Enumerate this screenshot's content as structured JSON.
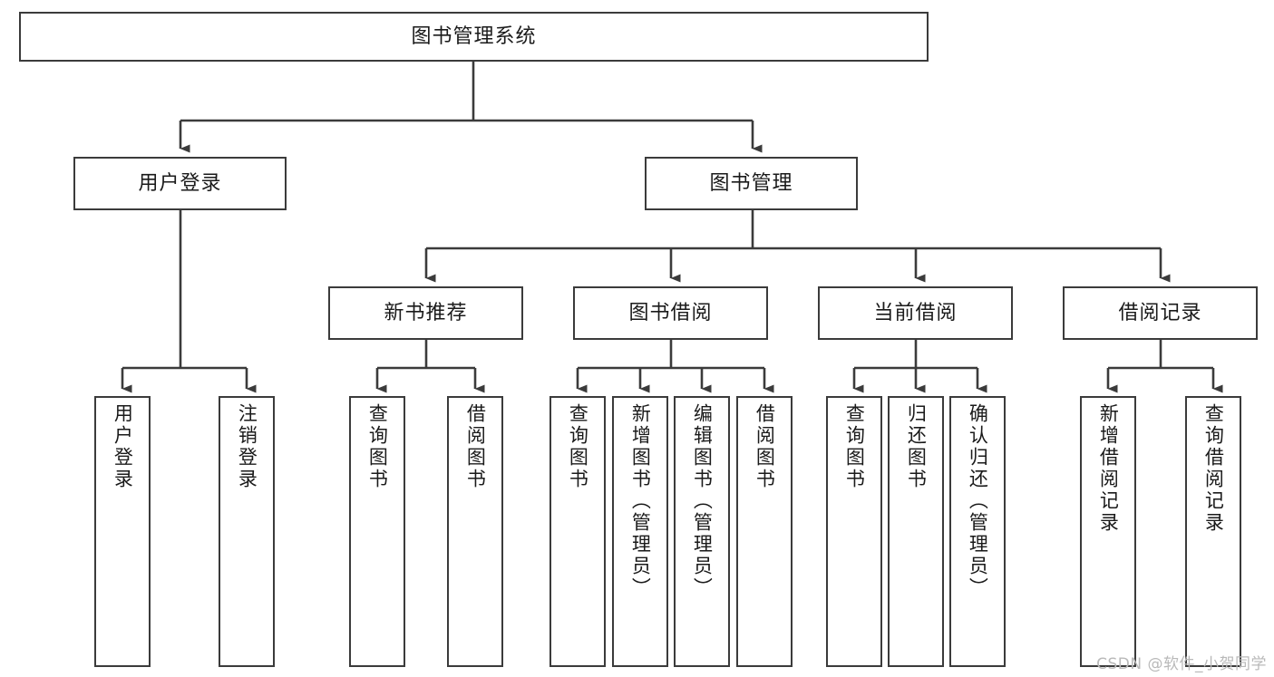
{
  "diagram": {
    "title": "图书管理系统",
    "type": "tree",
    "watermark": "CSDN @软件_小贺同学",
    "colors": {
      "box_border": "#3b3b3b",
      "box_fill": "#ffffff",
      "connector": "#3b3b3b",
      "text": "#1a1a1a",
      "watermark": "#b9b9b9"
    },
    "nodes": {
      "root": {
        "label": "图书管理系统",
        "level": 1,
        "orientation": "horizontal"
      },
      "l2": [
        {
          "id": "user_login",
          "label": "用户登录",
          "level": 2,
          "orientation": "horizontal"
        },
        {
          "id": "book_manage",
          "label": "图书管理",
          "level": 2,
          "orientation": "horizontal"
        }
      ],
      "l3": [
        {
          "id": "new_book_rec",
          "label": "新书推荐",
          "level": 3,
          "orientation": "horizontal",
          "parent": "book_manage"
        },
        {
          "id": "book_borrow",
          "label": "图书借阅",
          "level": 3,
          "orientation": "horizontal",
          "parent": "book_manage"
        },
        {
          "id": "current_borrow",
          "label": "当前借阅",
          "level": 3,
          "orientation": "horizontal",
          "parent": "book_manage"
        },
        {
          "id": "borrow_record",
          "label": "借阅记录",
          "level": 3,
          "orientation": "horizontal",
          "parent": "book_manage"
        }
      ],
      "leaves": [
        {
          "id": "leaf_user_login",
          "label": "用户登录",
          "parent": "user_login"
        },
        {
          "id": "leaf_user_logout",
          "label": "注销登录",
          "parent": "user_login"
        },
        {
          "id": "leaf_query_book_rec",
          "label": "查询图书",
          "parent": "new_book_rec"
        },
        {
          "id": "leaf_borrow_book_rec",
          "label": "借阅图书",
          "parent": "new_book_rec"
        },
        {
          "id": "leaf_query_book_bb",
          "label": "查询图书",
          "parent": "book_borrow"
        },
        {
          "id": "leaf_add_book",
          "label": "新增图书（管理员）",
          "parent": "book_borrow"
        },
        {
          "id": "leaf_edit_book",
          "label": "编辑图书（管理员）",
          "parent": "book_borrow"
        },
        {
          "id": "leaf_borrow_book_bb",
          "label": "借阅图书",
          "parent": "book_borrow"
        },
        {
          "id": "leaf_query_book_cb",
          "label": "查询图书",
          "parent": "current_borrow"
        },
        {
          "id": "leaf_return_book",
          "label": "归还图书",
          "parent": "current_borrow"
        },
        {
          "id": "leaf_confirm_return",
          "label": "确认归还（管理员）",
          "parent": "current_borrow"
        },
        {
          "id": "leaf_add_record",
          "label": "新增借阅记录",
          "parent": "borrow_record"
        },
        {
          "id": "leaf_query_record",
          "label": "查询借阅记录",
          "parent": "borrow_record"
        }
      ]
    }
  }
}
